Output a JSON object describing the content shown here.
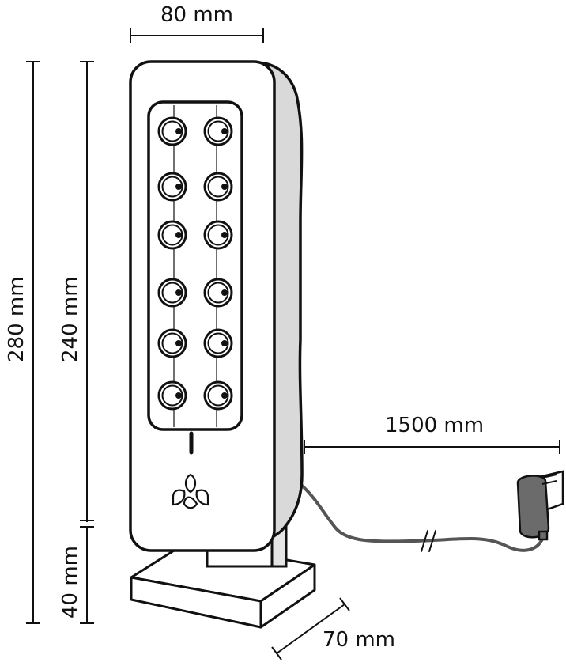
{
  "dimensions": {
    "width": "80 mm",
    "total_height": "280 mm",
    "body_height": "240 mm",
    "base_height": "40 mm",
    "base_depth": "70 mm",
    "cable_length": "1500 mm"
  },
  "icons": {
    "logo": "three-leaf-logo-icon",
    "plug": "power-adapter-icon"
  },
  "colors": {
    "outline": "#111111",
    "side_shade": "#d9d9d9",
    "cable": "#555555",
    "adapter": "#6b6b6b"
  }
}
